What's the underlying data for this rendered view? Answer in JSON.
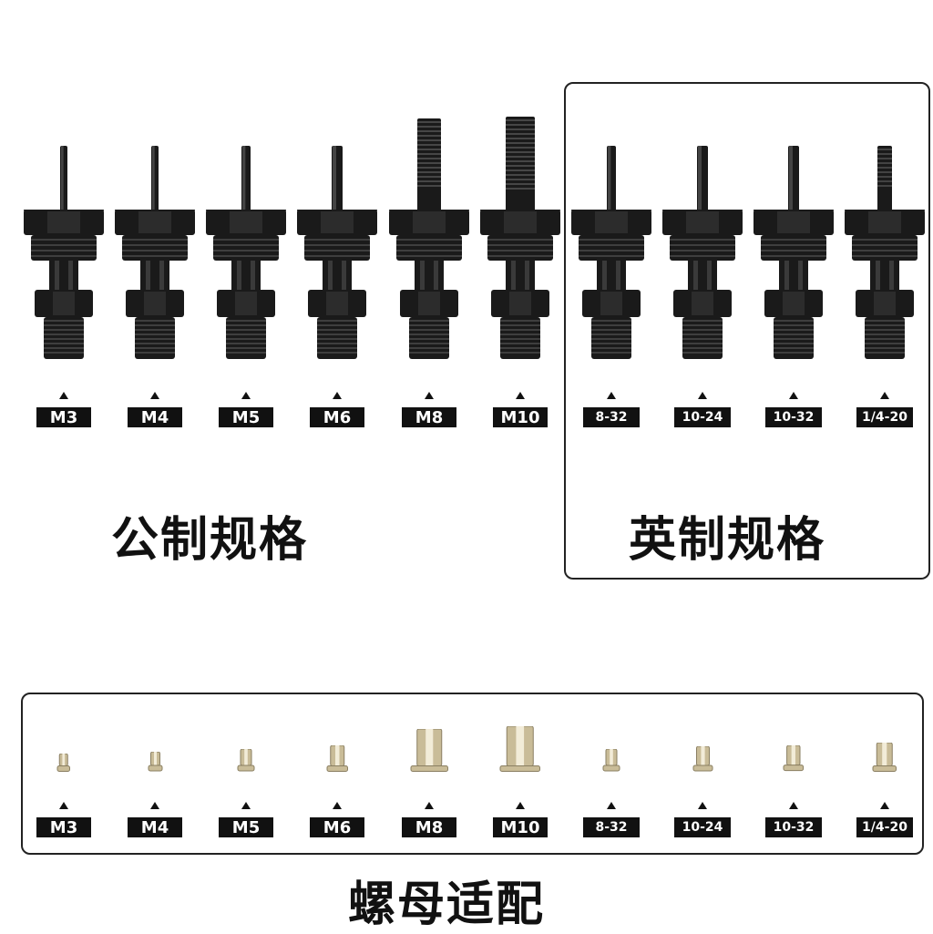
{
  "metric_group": {
    "title": "公制规格",
    "sizes": [
      "M3",
      "M4",
      "M5",
      "M6",
      "M8",
      "M10"
    ]
  },
  "imperial_group": {
    "title": "英制规格",
    "sizes": [
      "8-32",
      "10-24",
      "10-32",
      "1/4-20"
    ]
  },
  "nut_group": {
    "title": "螺母适配",
    "sizes": [
      "M3",
      "M4",
      "M5",
      "M6",
      "M8",
      "M10",
      "8-32",
      "10-24",
      "10-32",
      "1/4-20"
    ]
  },
  "colors": {
    "tool_body": "#1a1a1a",
    "label_background": "#111111",
    "label_text": "#ffffff",
    "nut_metal": "#c9bc98"
  }
}
